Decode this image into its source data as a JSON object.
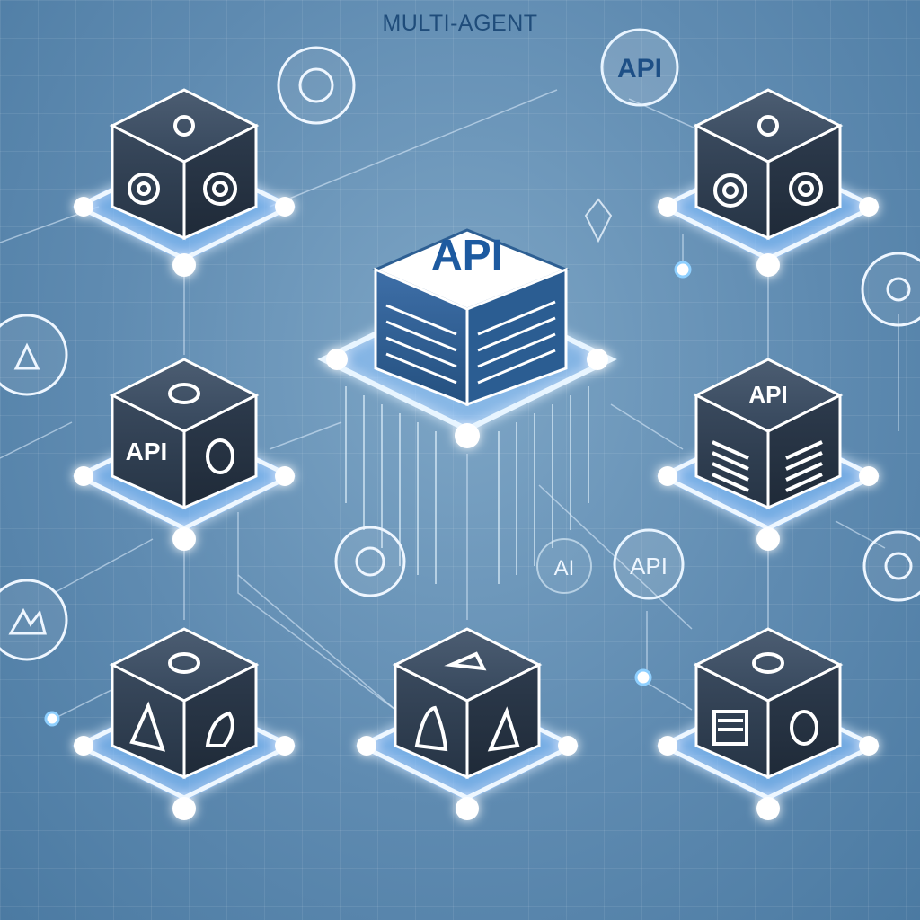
{
  "header": {
    "title": "MULTI-AGENT"
  },
  "hub": {
    "label": "API"
  },
  "agents": [
    {
      "id": "top-left",
      "face_label": "",
      "front": "gear",
      "side": "gear"
    },
    {
      "id": "top-right",
      "face_label": "",
      "front": "gear",
      "side": "gear"
    },
    {
      "id": "mid-left",
      "face_label": "API",
      "front": "text",
      "side": "ring"
    },
    {
      "id": "mid-right",
      "face_label": "API",
      "front": "lines",
      "side": "lines"
    },
    {
      "id": "bottom-left",
      "face_label": "",
      "front": "triangle",
      "side": "shape"
    },
    {
      "id": "bottom-center",
      "face_label": "",
      "front": "triangle",
      "side": "triangle"
    },
    {
      "id": "bottom-right",
      "face_label": "",
      "front": "lines",
      "side": "ring"
    }
  ],
  "floating_badges": [
    {
      "id": "badge-top-api",
      "label": "API"
    },
    {
      "id": "badge-right-api",
      "label": "API"
    },
    {
      "id": "badge-ai",
      "label": "AI"
    }
  ],
  "colors": {
    "background": "#5f8bb1",
    "cube_dark": "#2f3f52",
    "cube_edge": "#ffffff",
    "glow": "#4aa8ff",
    "api_text": "#1d5aa0"
  }
}
